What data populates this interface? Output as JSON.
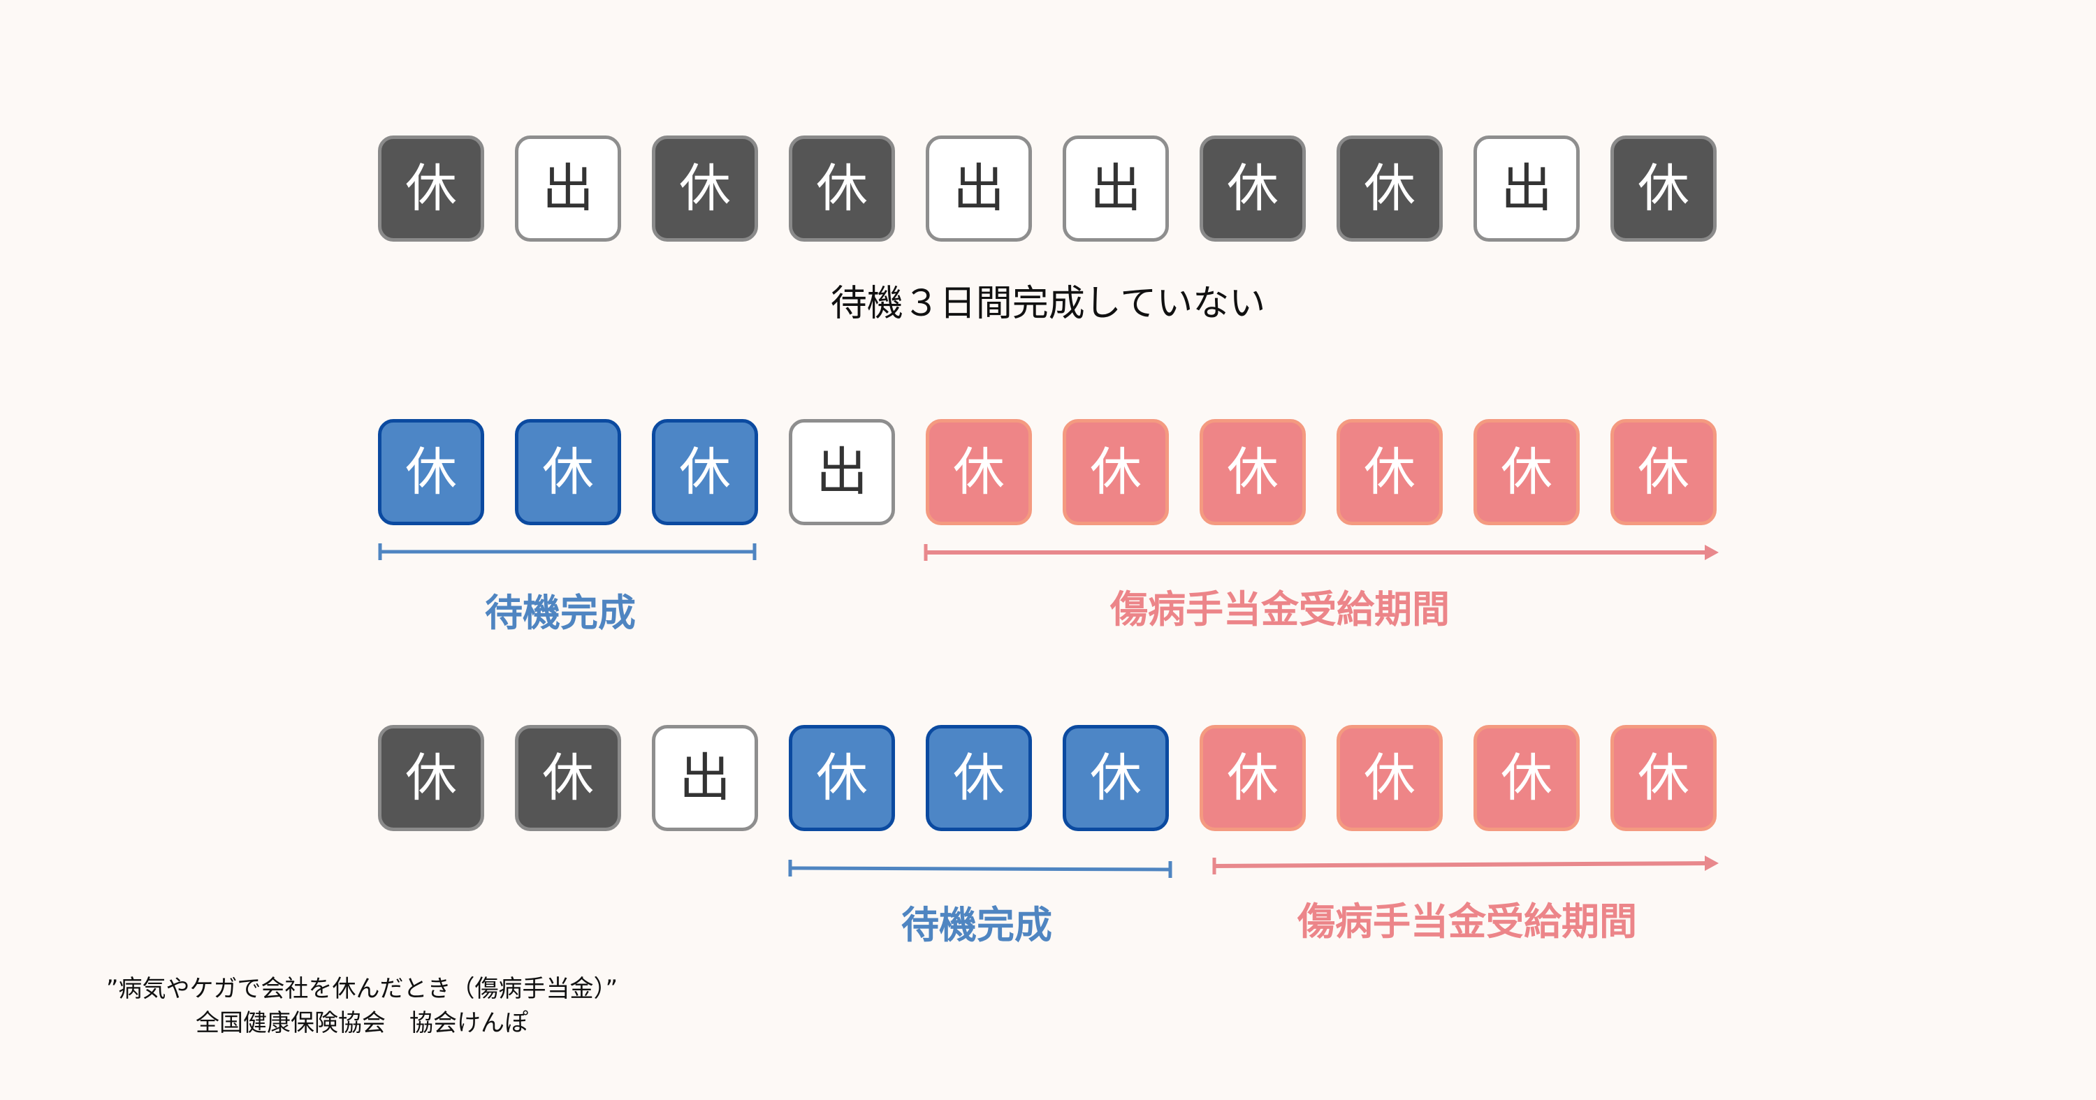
{
  "colors": {
    "background": "#fdf9f6",
    "off_day": "#555555",
    "work_day": "#ffffff",
    "waiting_period": "#4d86c6",
    "benefit_period": "#ee8587",
    "waiting_label": "#4f85c1",
    "benefit_label": "#ec8589"
  },
  "legend_glyphs": {
    "off": "休",
    "work": "出"
  },
  "rows": [
    {
      "days": [
        {
          "glyph": "休",
          "type": "off"
        },
        {
          "glyph": "出",
          "type": "work"
        },
        {
          "glyph": "休",
          "type": "off"
        },
        {
          "glyph": "休",
          "type": "off"
        },
        {
          "glyph": "出",
          "type": "work"
        },
        {
          "glyph": "出",
          "type": "work"
        },
        {
          "glyph": "休",
          "type": "off"
        },
        {
          "glyph": "休",
          "type": "off"
        },
        {
          "glyph": "出",
          "type": "work"
        },
        {
          "glyph": "休",
          "type": "off"
        }
      ],
      "caption": "待機３日間完成していない"
    },
    {
      "days": [
        {
          "glyph": "休",
          "type": "wait"
        },
        {
          "glyph": "休",
          "type": "wait"
        },
        {
          "glyph": "休",
          "type": "wait"
        },
        {
          "glyph": "出",
          "type": "work"
        },
        {
          "glyph": "休",
          "type": "paid"
        },
        {
          "glyph": "休",
          "type": "paid"
        },
        {
          "glyph": "休",
          "type": "paid"
        },
        {
          "glyph": "休",
          "type": "paid"
        },
        {
          "glyph": "休",
          "type": "paid"
        },
        {
          "glyph": "休",
          "type": "paid"
        }
      ],
      "waiting_label": "待機完成",
      "benefit_label": "傷病手当金受給期間"
    },
    {
      "days": [
        {
          "glyph": "休",
          "type": "off"
        },
        {
          "glyph": "休",
          "type": "off"
        },
        {
          "glyph": "出",
          "type": "work"
        },
        {
          "glyph": "休",
          "type": "wait"
        },
        {
          "glyph": "休",
          "type": "wait"
        },
        {
          "glyph": "休",
          "type": "wait"
        },
        {
          "glyph": "休",
          "type": "paid"
        },
        {
          "glyph": "休",
          "type": "paid"
        },
        {
          "glyph": "休",
          "type": "paid"
        },
        {
          "glyph": "休",
          "type": "paid"
        }
      ],
      "waiting_label": "待機完成",
      "benefit_label": "傷病手当金受給期間"
    }
  ],
  "source": {
    "line1": "”病気やケガで会社を休んだとき（傷病手当金）”",
    "line2": "全国健康保険協会　協会けんぽ"
  }
}
